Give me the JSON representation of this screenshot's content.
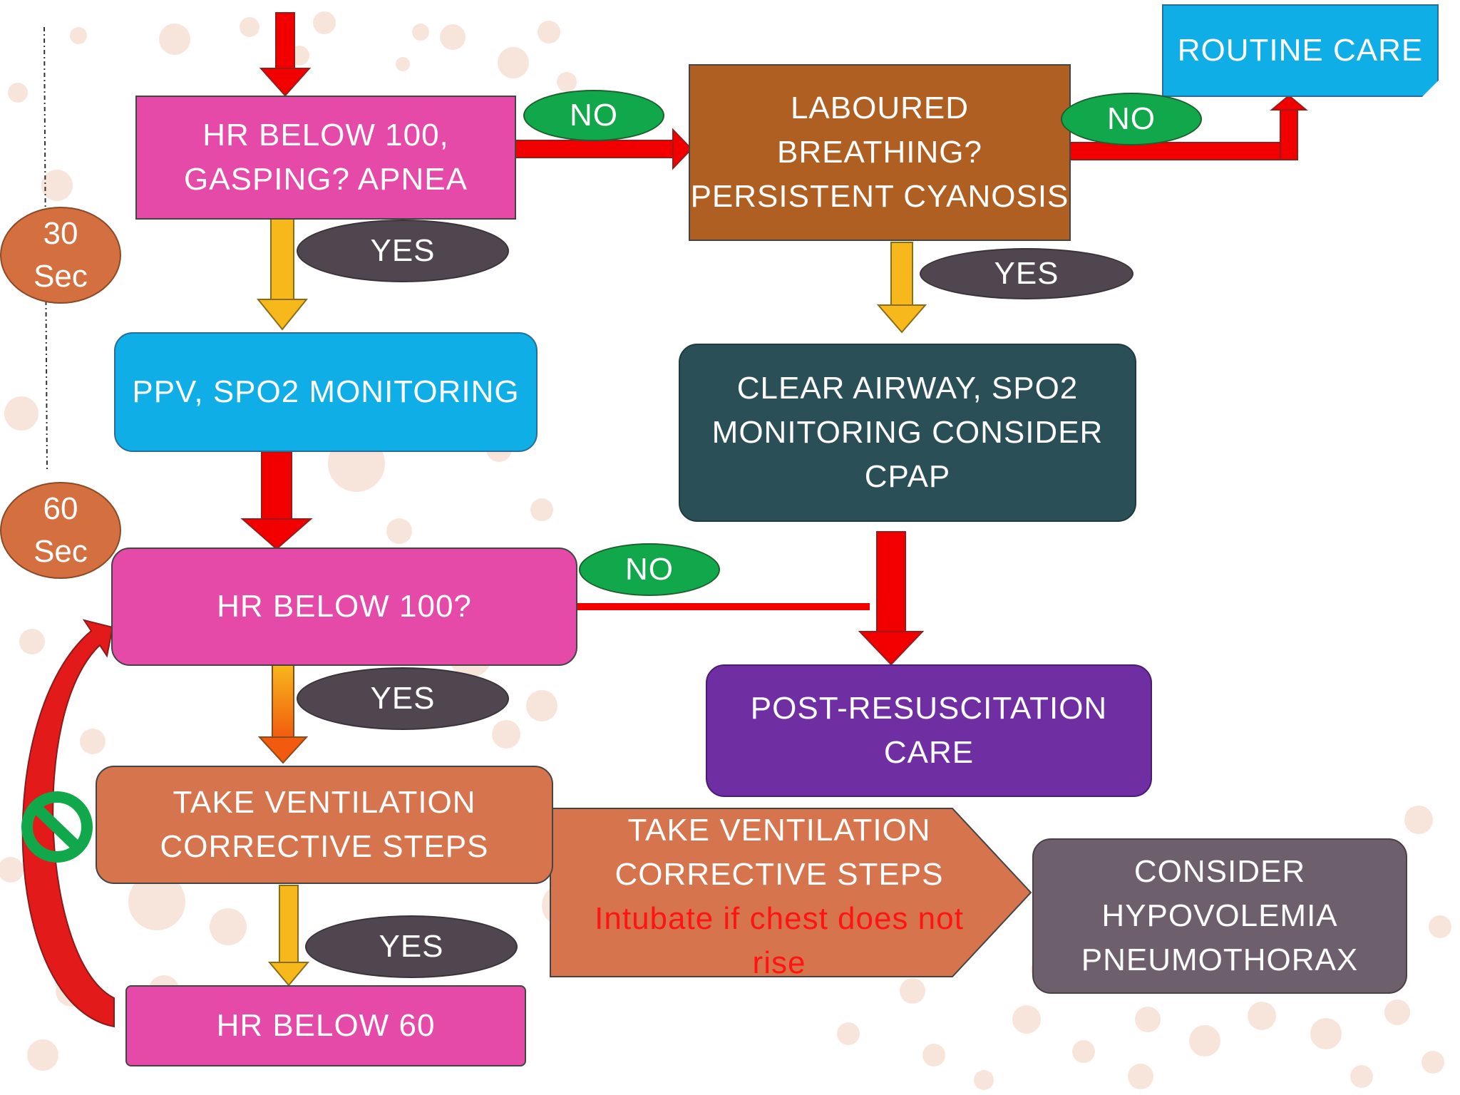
{
  "nodes": {
    "hr_gasping": [
      "HR BELOW 100,",
      "GASPING? APNEA"
    ],
    "laboured": [
      "LABOURED",
      "BREATHING?",
      "PERSISTENT CYANOSIS"
    ],
    "routine_care": "ROUTINE CARE",
    "ppv": "PPV, SPO2 MONITORING",
    "clear_airway": [
      "CLEAR AIRWAY, SPO2",
      "MONITORING CONSIDER",
      "CPAP"
    ],
    "hr_below_100": "HR BELOW 100?",
    "post_resus": [
      "POST-RESUSCITATION",
      "CARE"
    ],
    "take_vent": [
      "TAKE VENTILATION",
      "CORRECTIVE STEPS"
    ],
    "take_vent_2": [
      "TAKE VENTILATION",
      "CORRECTIVE STEPS"
    ],
    "intubate_note": [
      "Intubate if chest does not",
      "rise"
    ],
    "consider": [
      "CONSIDER",
      "HYPOVOLEMIA",
      "PNEUMOTHORAX"
    ],
    "hr_below_60": "HR BELOW 60"
  },
  "labels": {
    "no": "NO",
    "yes": "YES"
  },
  "timers": {
    "t30": [
      "30",
      "Sec"
    ],
    "t60": [
      "60",
      "Sec"
    ]
  },
  "colors": {
    "pink": "#e64aa9",
    "cyan": "#10aee6",
    "brown": "#b05f22",
    "teal": "#2b4f56",
    "purple": "#6f2ea2",
    "orange": "#d6744d",
    "grey": "#6d5f6b",
    "red_arrow": "#f20000",
    "yellow_arrow": "#f7b81c",
    "no_green": "#10a84a",
    "yes_grey": "#4f4650"
  }
}
